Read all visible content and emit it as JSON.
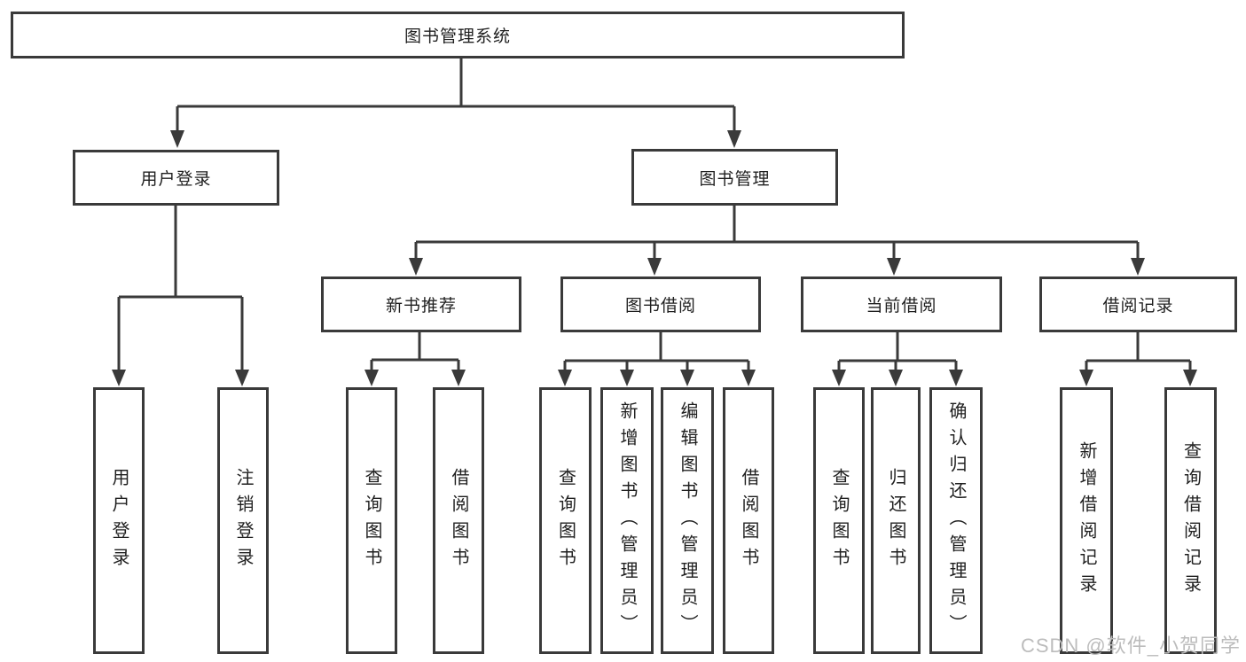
{
  "diagram": {
    "root": {
      "label": "图书管理系统"
    },
    "user_login": {
      "label": "用户登录",
      "children": [
        {
          "label": "用户登录"
        },
        {
          "label": "注销登录"
        }
      ]
    },
    "book_mgmt": {
      "label": "图书管理",
      "groups": [
        {
          "label": "新书推荐",
          "children": [
            {
              "label": "查询图书"
            },
            {
              "label": "借阅图书"
            }
          ]
        },
        {
          "label": "图书借阅",
          "children": [
            {
              "label": "查询图书"
            },
            {
              "label": "新增图书（管理员）"
            },
            {
              "label": "编辑图书（管理员）"
            },
            {
              "label": "借阅图书"
            }
          ]
        },
        {
          "label": "当前借阅",
          "children": [
            {
              "label": "查询图书"
            },
            {
              "label": "归还图书"
            },
            {
              "label": "确认归还（管理员）"
            }
          ]
        },
        {
          "label": "借阅记录",
          "children": [
            {
              "label": "新增借阅记录"
            },
            {
              "label": "查询借阅记录"
            }
          ]
        }
      ]
    }
  },
  "watermark": "CSDN @软件_小贺同学",
  "colors": {
    "line": "#3a3a3a",
    "box_border": "#3a3a3a",
    "text": "#1f1f1f",
    "background": "#ffffff",
    "watermark": "#bcbcbc"
  }
}
